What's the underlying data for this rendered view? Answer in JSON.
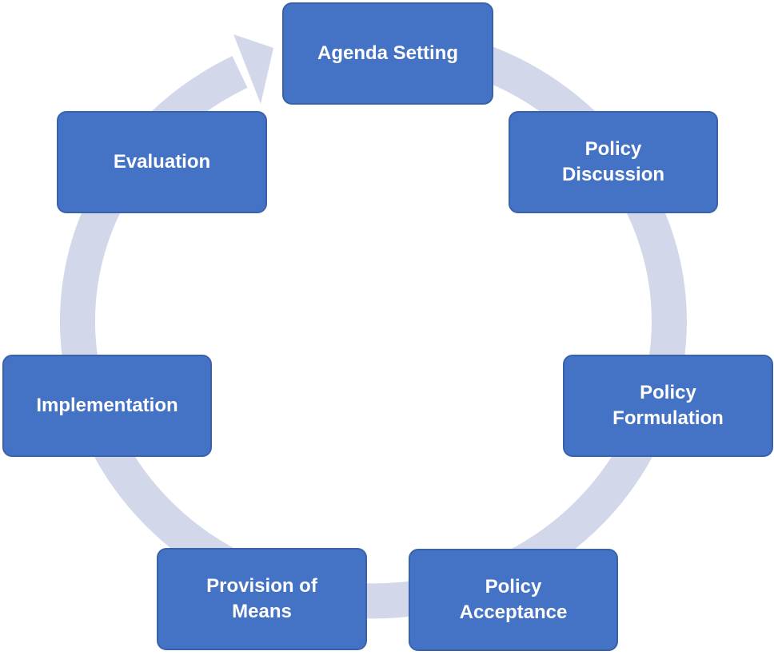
{
  "colors": {
    "box_fill": "#4472C4",
    "box_border": "#3A62AA",
    "box_text": "#FFFFFF",
    "ring": "#D2D7EA",
    "background": "#FFFFFF"
  },
  "steps": [
    {
      "id": "agenda-setting",
      "label": "Agenda Setting"
    },
    {
      "id": "policy-discussion",
      "label": "Policy\nDiscussion"
    },
    {
      "id": "policy-formulation",
      "label": "Policy\nFormulation"
    },
    {
      "id": "policy-acceptance",
      "label": "Policy\nAcceptance"
    },
    {
      "id": "provision-of-means",
      "label": "Provision of\nMeans"
    },
    {
      "id": "implementation",
      "label": "Implementation"
    },
    {
      "id": "evaluation",
      "label": "Evaluation"
    }
  ]
}
